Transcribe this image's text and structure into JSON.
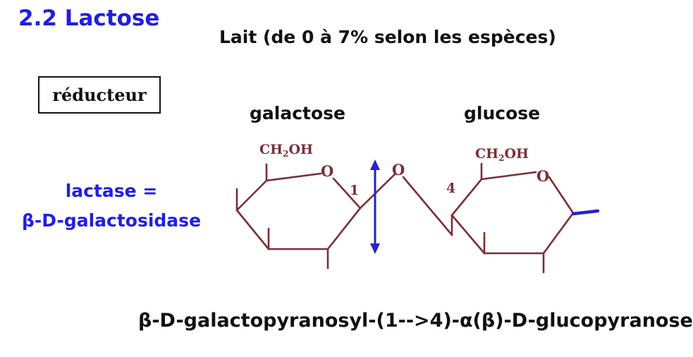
{
  "slide": {
    "title": "2.2 Lactose",
    "subtitle": "Lait (de 0 à 7% selon les espèces)",
    "reducing_label": "réducteur",
    "enzyme_line1": "lactase =",
    "enzyme_line2": "β-D-galactosidase",
    "iupac_name": "β-D-galactopyranosyl-(1-->4)-α(β)-D-glucopyranose"
  },
  "structure": {
    "galactose_label": "galactose",
    "glucose_label": "glucose",
    "galactose_ch2oh_main": "CH",
    "galactose_ch2oh_sub": "2",
    "galactose_ch2oh_end": "OH",
    "galactose_ring_oxygen": "O",
    "galactose_carbon_number": "1",
    "glycosidic_oxygen": "O",
    "glucose_carbon_number": "4",
    "glucose_ch2oh_main": "CH",
    "glucose_ch2oh_sub": "2",
    "glucose_ch2oh_end": "OH",
    "glucose_ring_oxygen": "O"
  },
  "colors": {
    "title_blue": "#1f1fe0",
    "bond_brown": "#7a2e35",
    "arrow_blue": "#2323cc"
  }
}
